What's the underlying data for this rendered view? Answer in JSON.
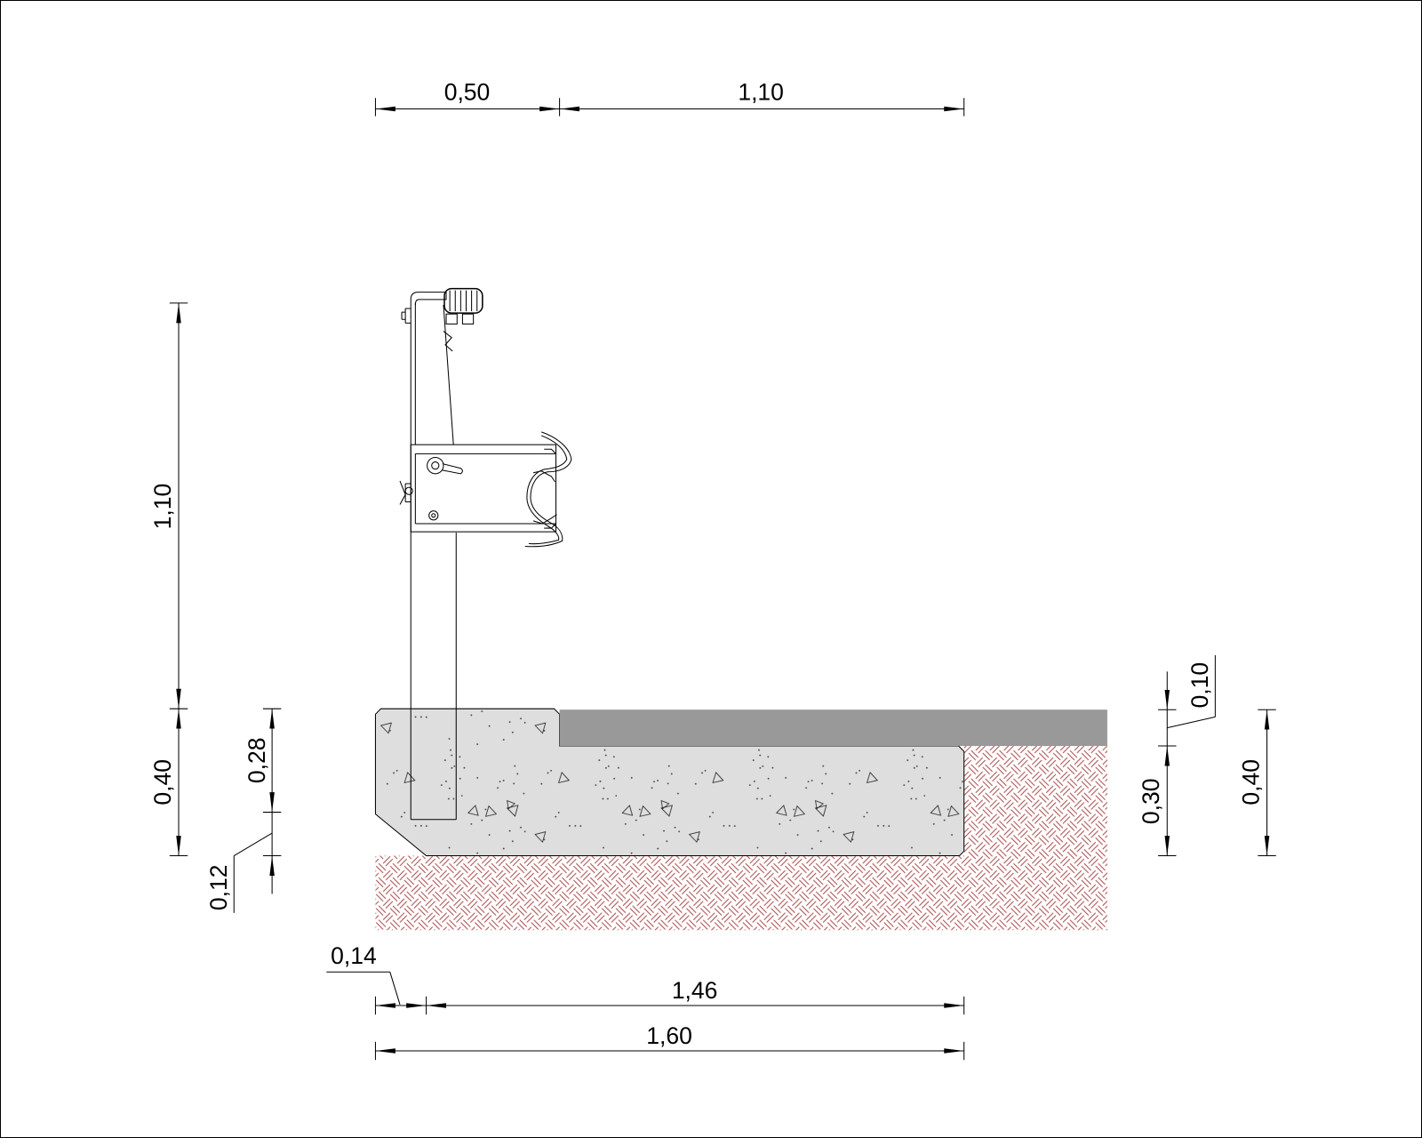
{
  "dimensions": {
    "top": {
      "left": "0,50",
      "right": "1,10"
    },
    "left_outer": {
      "upper": "1,10",
      "lower": "0,40"
    },
    "left_inner": {
      "upper": "0,28",
      "lower": "0,12"
    },
    "right_inner": {
      "upper": "0,10",
      "lower": "0,30"
    },
    "right_outer": {
      "total": "0,40"
    },
    "bottom": {
      "chamfer": "0,14",
      "partial": "1,46",
      "total": "1,60"
    }
  },
  "colors": {
    "concrete": "#dedede",
    "asphalt": "#999999",
    "soil_hatch": "#a84a4a"
  }
}
